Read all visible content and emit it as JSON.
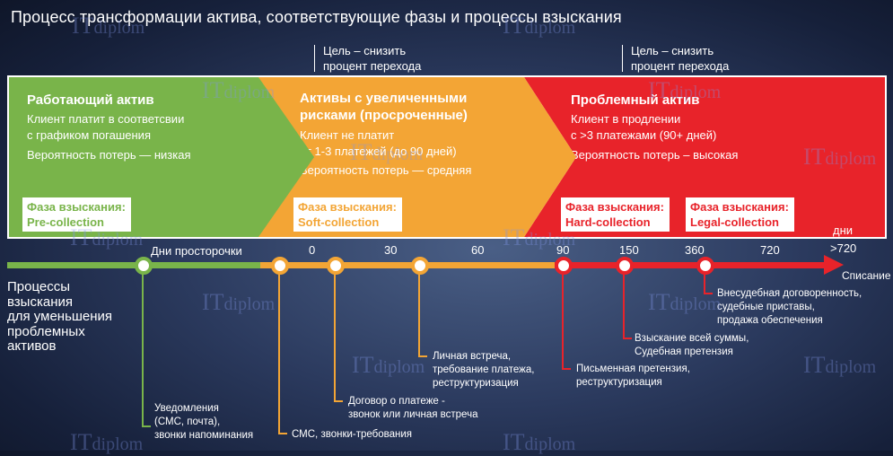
{
  "title": "Процесс трансформации актива, соответствующие фазы и процессы взыскания",
  "goals": [
    {
      "line1": "Цель – снизить",
      "line2": "процент перехода"
    },
    {
      "line1": "Цель – снизить",
      "line2": "процент перехода"
    }
  ],
  "panels": [
    {
      "heading": "Работающий актив",
      "text1": "Клиент платит в соответсвии",
      "text2": "с графиком погашения",
      "text3": "Вероятность потерь — низкая",
      "phase_label": "Фаза взыскания:",
      "phase_name": "Pre-collection"
    },
    {
      "heading1": "Активы с увеличенными",
      "heading2": "рисками (просроченные)",
      "text1": "Клиент не платит",
      "text2": "от 1-3 платежей (до 90 дней)",
      "text3": "Вероятность потерь — средняя",
      "phase_label": "Фаза взыскания:",
      "phase_name": "Soft-collection"
    },
    {
      "heading": "Проблемный актив",
      "text1": "Клиент в продлении",
      "text2": "с >3 платежами (90+ дней)",
      "text3": "Вероятность потерь – высокая",
      "phase1_label": "Фаза взыскания:",
      "phase1_name": "Hard-collection",
      "phase2_label": "Фаза взыскания:",
      "phase2_name": "Legal-collection"
    }
  ],
  "timeline": {
    "days_label": "Дни просторочки",
    "unit": "дни",
    "ticks": [
      "0",
      "30",
      "60",
      "90",
      "150",
      "360",
      "720",
      ">720"
    ],
    "end_label": "Списание"
  },
  "side_label": [
    "Процессы",
    "взыскания",
    "для уменьшения",
    "проблемных",
    "активов"
  ],
  "notes": [
    {
      "l1": "Уведомления",
      "l2": "(СМС, почта),",
      "l3": "звонки напоминания"
    },
    {
      "l1": "СМС, звонки-требования"
    },
    {
      "l1": "Договор о платеже -",
      "l2": "звонок или личная встреча"
    },
    {
      "l1": "Личная встреча,",
      "l2": "требование платежа,",
      "l3": "реструктуризация"
    },
    {
      "l1": "Письменная претензия,",
      "l2": "реструктуризация"
    },
    {
      "l1": "Взыскание всей суммы,",
      "l2": "Судебная претензия"
    },
    {
      "l1": "Внесудебная договоренность,",
      "l2": "судебные приставы,",
      "l3": "продажа обеспечения"
    }
  ],
  "watermark": {
    "it": "IT",
    "rest": "diplom"
  },
  "colors": {
    "green": "#79b44a",
    "orange": "#f3a535",
    "red": "#e8232a",
    "bg": "#2b3a5e"
  }
}
